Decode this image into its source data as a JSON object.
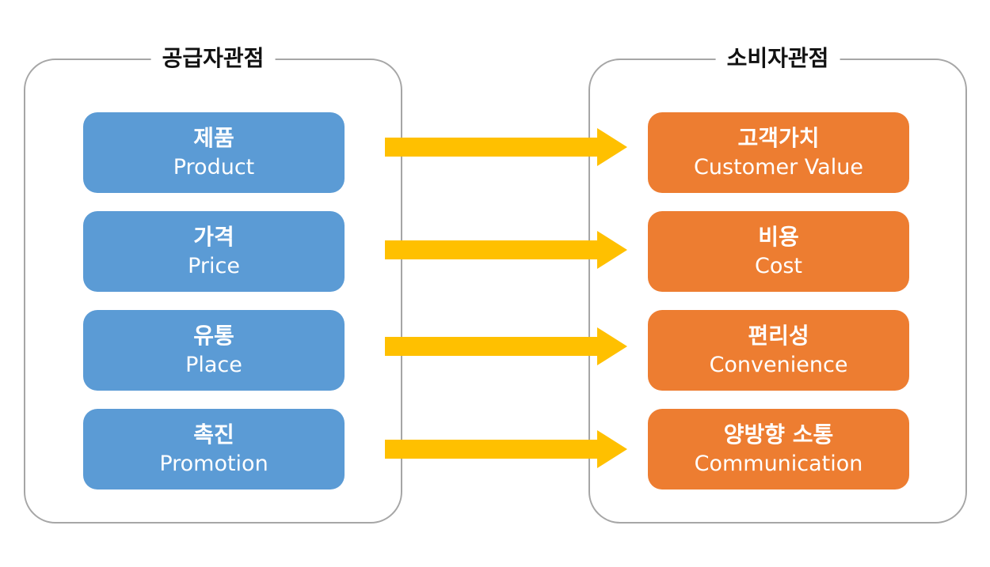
{
  "colors": {
    "supplier_box": "#5b9bd5",
    "consumer_box": "#ed7d31",
    "arrow": "#ffc000",
    "panel_border": "#a6a6a6"
  },
  "supplier": {
    "title": "공급자관점",
    "items": [
      {
        "kr": "제품",
        "en": "Product"
      },
      {
        "kr": "가격",
        "en": "Price"
      },
      {
        "kr": "유통",
        "en": "Place"
      },
      {
        "kr": "촉진",
        "en": "Promotion"
      }
    ]
  },
  "consumer": {
    "title": "소비자관점",
    "items": [
      {
        "kr": "고객가치",
        "en": "Customer Value"
      },
      {
        "kr": "비용",
        "en": "Cost"
      },
      {
        "kr": "편리성",
        "en": "Convenience"
      },
      {
        "kr": "양방향 소통",
        "en": "Communication"
      }
    ]
  }
}
